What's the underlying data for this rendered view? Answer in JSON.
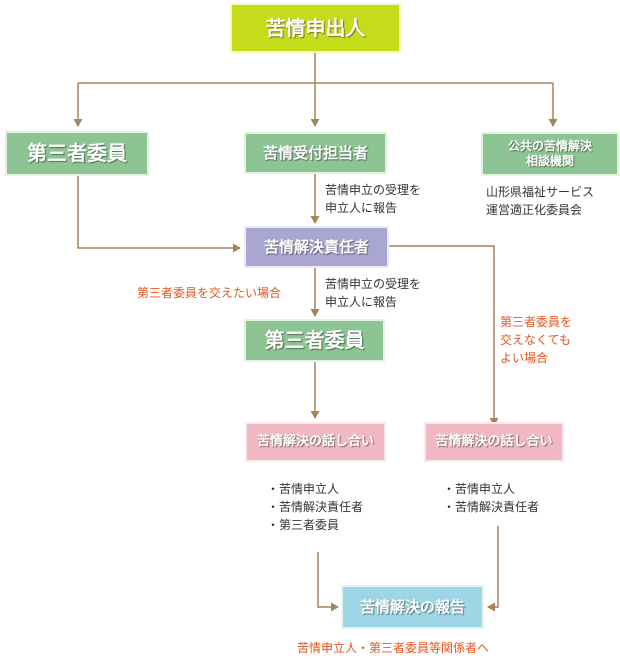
{
  "nodes": {
    "complainant": "苦情申出人",
    "third_party_top": "第三者委員",
    "receptionist": "苦情受付担当者",
    "public_body": "公共の苦情解決\n相談機関",
    "resolver": "苦情解決責任者",
    "third_party_mid": "第三者委員",
    "discussion_left": "苦情解決の話し合い",
    "discussion_right": "苦情解決の話し合い",
    "report": "苦情解決の報告"
  },
  "notes": {
    "receptionist_note": "苦情申立の受理を\n申立人に報告",
    "public_body_detail": "山形県福祉サービス\n運営適正化委員会",
    "resolver_note": "苦情申立の受理を\n申立人に報告",
    "with_third_party": "第三者委員を交えたい場合",
    "without_third_party": "第三者委員を\n交えなくても\nよい場合",
    "participants_left": "・苦情申立人\n・苦情解決責任者\n・第三者委員",
    "participants_right": "・苦情申立人\n・苦情解決責任者",
    "report_recipients": "苦情申立人・第三者委員等関係者へ"
  },
  "colors": {
    "yellow_fill": "#c5dc1b",
    "green_fill": "#8cc493",
    "lavender_fill": "#a9a7d1",
    "pink_fill": "#f1b8c3",
    "blue_fill": "#9fd6e6",
    "connector": "#a6835a",
    "orange_text": "#e8541a"
  }
}
